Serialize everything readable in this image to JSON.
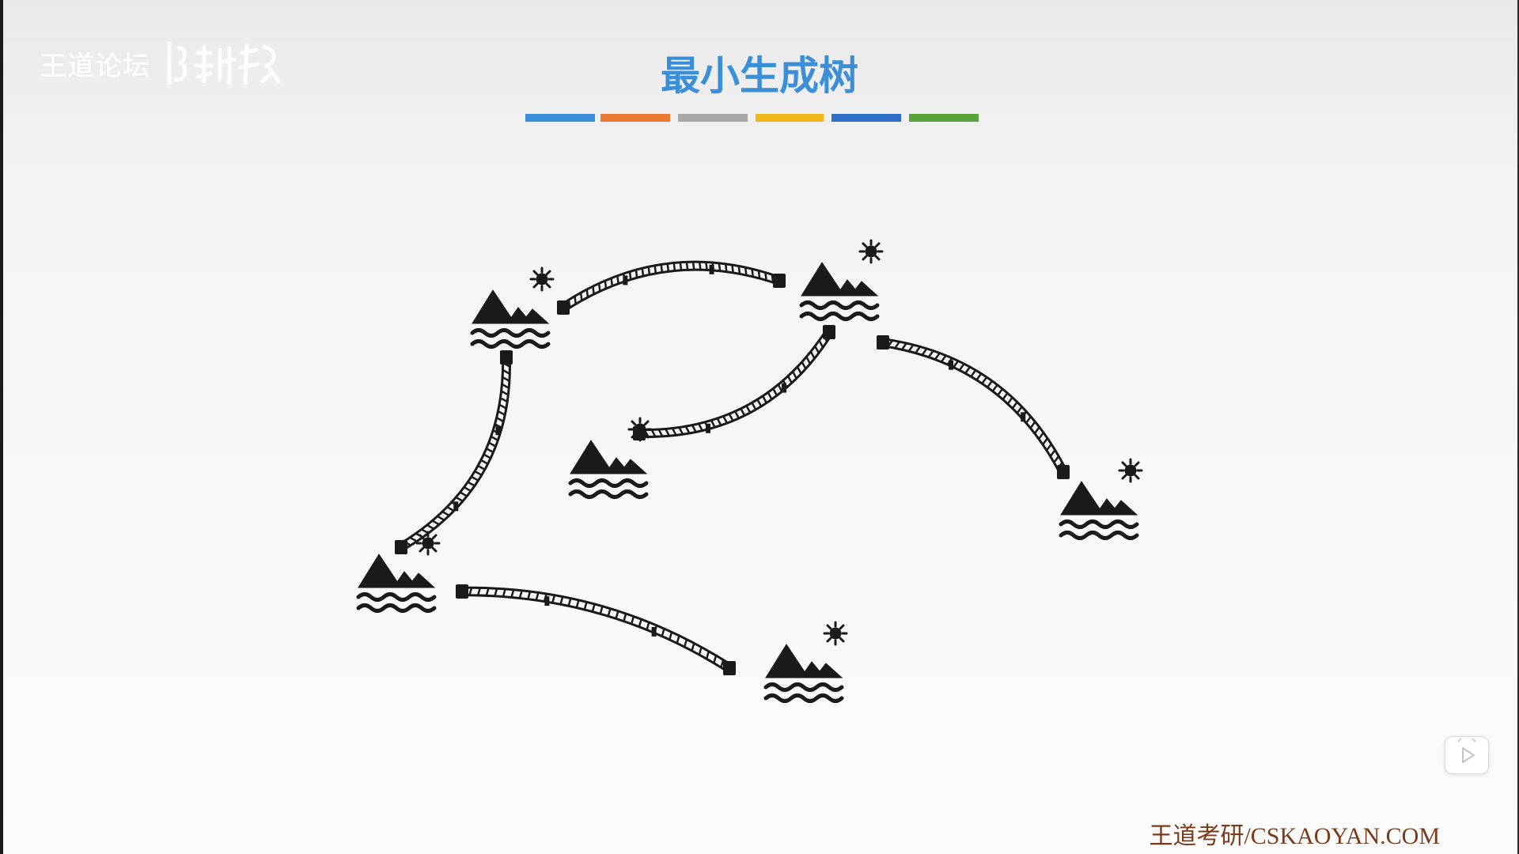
{
  "header": {
    "watermark_text": "王道论坛",
    "title": "最小生成树"
  },
  "colors": {
    "title": "#3a8fd8",
    "bars": [
      "#3a8fd8",
      "#ea7b34",
      "#a8a8a8",
      "#f0b81a",
      "#2f6fc6",
      "#5aa23c"
    ],
    "icon": "#1a1a1a",
    "footer": "#7a3b1a"
  },
  "diagram": {
    "nodes": [
      {
        "id": "A",
        "icon": "mountain-sun-water-icon"
      },
      {
        "id": "B",
        "icon": "mountain-sun-water-icon"
      },
      {
        "id": "C",
        "icon": "mountain-sun-water-icon"
      },
      {
        "id": "D",
        "icon": "mountain-sun-water-icon"
      },
      {
        "id": "E",
        "icon": "mountain-sun-water-icon"
      },
      {
        "id": "F",
        "icon": "mountain-sun-water-icon"
      }
    ],
    "edges": [
      {
        "from": "A",
        "to": "B",
        "icon": "bridge-icon"
      },
      {
        "from": "A",
        "to": "E",
        "icon": "bridge-icon"
      },
      {
        "from": "B",
        "to": "C",
        "icon": "bridge-icon"
      },
      {
        "from": "B",
        "to": "D",
        "icon": "bridge-icon"
      },
      {
        "from": "E",
        "to": "F",
        "icon": "bridge-icon"
      }
    ]
  },
  "footer": {
    "text": "王道考研/CSKAOYAN.COM"
  },
  "player": {
    "icon": "play-icon"
  }
}
